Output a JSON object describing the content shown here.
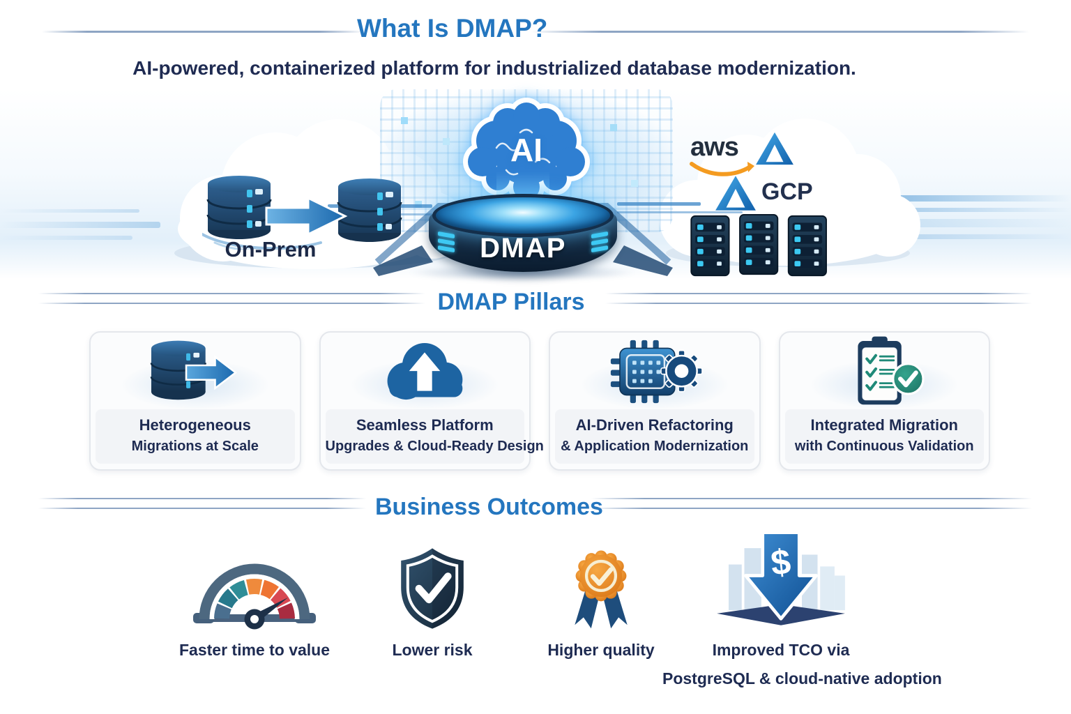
{
  "header": {
    "title": "What Is DMAP?",
    "subtitle": "AI-powered, containerized platform for industrialized database modernization."
  },
  "hero": {
    "on_prem_label": "On-Prem",
    "ai_label": "AI",
    "platform_label": "DMAP",
    "cloud_providers": {
      "aws": "aws",
      "gcp": "GCP"
    }
  },
  "pillars": {
    "title": "DMAP Pillars",
    "cards": [
      {
        "icon": "database-migration-icon",
        "line1": "Heterogeneous",
        "line2": "Migrations at Scale"
      },
      {
        "icon": "cloud-upload-icon",
        "line1": "Seamless Platform",
        "line2": "Upgrades & Cloud-Ready Design"
      },
      {
        "icon": "chip-gear-icon",
        "line1": "AI-Driven Refactoring",
        "line2": "& Application Modernization"
      },
      {
        "icon": "clipboard-check-icon",
        "line1": "Integrated Migration",
        "line2": "with Continuous Validation"
      }
    ]
  },
  "outcomes": {
    "title": "Business Outcomes",
    "items": [
      {
        "icon": "speedometer-icon",
        "label": "Faster time to value"
      },
      {
        "icon": "shield-check-icon",
        "label": "Lower risk"
      },
      {
        "icon": "award-ribbon-icon",
        "label": "Higher quality"
      },
      {
        "icon": "cost-reduction-icon",
        "label": "Improved TCO via",
        "label_line2": "PostgreSQL & cloud-native adoption"
      }
    ]
  },
  "icon_glyphs": {
    "dollar": "$"
  },
  "colors": {
    "accent_blue": "#2476bf",
    "dark_navy": "#1e2b52",
    "teal": "#1f8a78",
    "medal_orange": "#e8821f",
    "aws_orange": "#f49b20",
    "led_cyan": "#3ec9f4"
  }
}
